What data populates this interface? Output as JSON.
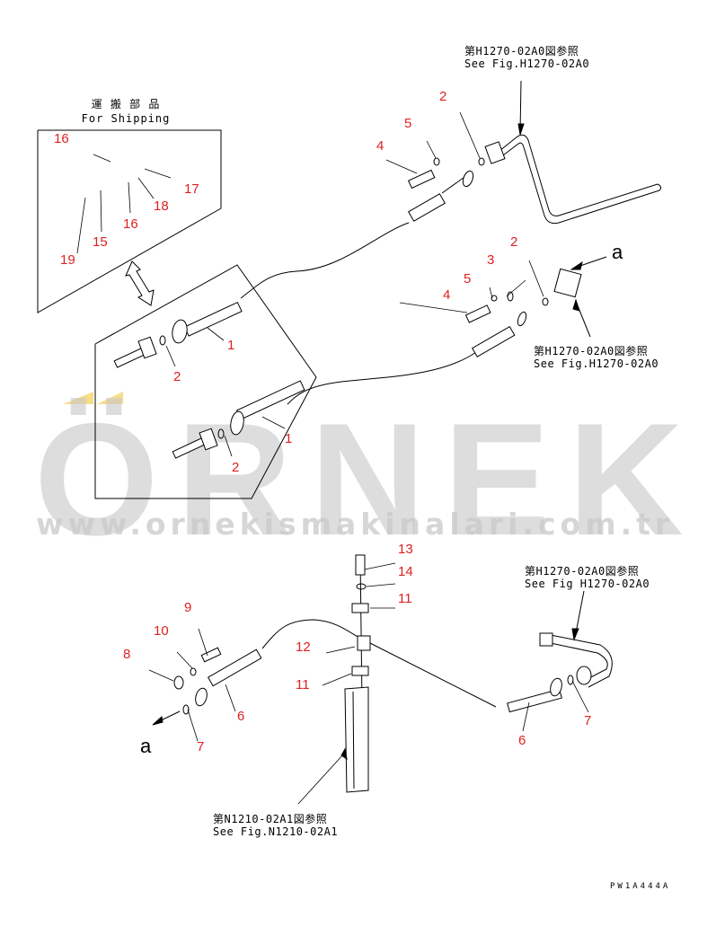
{
  "drawing": {
    "code": "PW1A444A",
    "shipping_box": {
      "title_jp": "運 搬 部 品",
      "title_en": "For Shipping"
    },
    "references": [
      {
        "id": "ref-top",
        "jp": "第H1270-02A0図参照",
        "en": "See Fig.H1270-02A0"
      },
      {
        "id": "ref-right",
        "jp": "第H1270-02A0図参照",
        "en": "See Fig.H1270-02A0"
      },
      {
        "id": "ref-lower-right",
        "jp": "第H1270-02A0図参照",
        "en": "See Fig H1270-02A0"
      },
      {
        "id": "ref-bottom",
        "jp": "第N1210-02A1図参照",
        "en": "See Fig.N1210-02A1"
      }
    ],
    "arrow_labels": {
      "a_right": "a",
      "a_left": "a"
    },
    "part_labels": {
      "p2_top": "2",
      "p5_top": "5",
      "p4_top": "4",
      "p2_mid": "2",
      "p3_mid": "3",
      "p5_mid": "5",
      "p4_mid": "4",
      "p16_a": "16",
      "p17": "17",
      "p18": "18",
      "p16_b": "16",
      "p15": "15",
      "p19": "19",
      "p1_a": "1",
      "p2_a": "2",
      "p1_b": "1",
      "p2_b": "2",
      "p13": "13",
      "p14": "14",
      "p11_a": "11",
      "p12": "12",
      "p11_b": "11",
      "p9": "9",
      "p10": "10",
      "p8": "8",
      "p6_left": "6",
      "p7_left": "7",
      "p6_right": "6",
      "p7_right": "7"
    },
    "colors": {
      "label": "#e02020",
      "line": "#000000",
      "watermark_gray": "#c9c9c9",
      "watermark_accent": "#f7dc8a"
    }
  },
  "watermark": {
    "brand": "ÖRNEK",
    "brand_plain": "RNEK",
    "url": "www.ornekismakinalari.com.tr"
  }
}
